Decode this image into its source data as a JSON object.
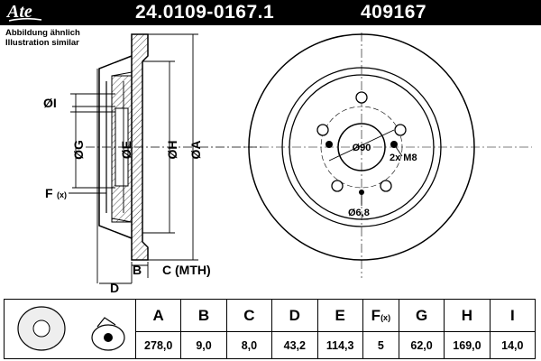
{
  "header": {
    "brand": "Ate",
    "part_number": "24.0109-0167.1",
    "reference_number": "409167"
  },
  "notes": {
    "line1": "Abbildung ähnlich",
    "line2": "Illustration similar"
  },
  "diagram": {
    "side_labels": {
      "I": "ØI",
      "G": "ØG",
      "E": "ØE",
      "H": "ØH",
      "A": "ØA",
      "F": "F",
      "F_sub": "(x)",
      "B": "B",
      "C": "C (MTH)",
      "D": "D"
    },
    "front_labels": {
      "center_bore": "Ø90",
      "thread": "2x M8",
      "hole": "Ø6,8"
    }
  },
  "spec_table": {
    "headers": [
      "A",
      "B",
      "C",
      "D",
      "E",
      "F",
      "G",
      "H",
      "I"
    ],
    "f_suffix": "(x)",
    "values": [
      "278,0",
      "9,0",
      "8,0",
      "43,2",
      "114,3",
      "5",
      "62,0",
      "169,0",
      "14,0"
    ]
  },
  "colors": {
    "header_bg": "#000000",
    "header_text": "#ffffff",
    "line": "#000000"
  }
}
